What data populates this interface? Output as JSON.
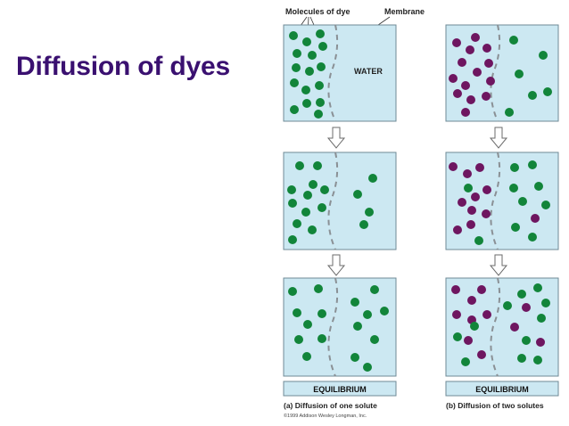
{
  "slide": {
    "title": "Diffusion of dyes",
    "title_color": "#3a1070"
  },
  "figure": {
    "label_molecules": "Molecules of dye",
    "label_membrane": "Membrane",
    "label_water": "WATER",
    "equilibrium_label": "EQUILIBRIUM",
    "caption_a": "(a) Diffusion of one solute",
    "caption_b": "(b) Diffusion of two solutes",
    "copyright": "©1999 Addison Wesley Longman, Inc.",
    "colors": {
      "water": "#cce8f2",
      "panel_border": "#6f8a96",
      "green_dye": "#12853a",
      "purple_dye": "#6e1660",
      "membrane": "#8a9095",
      "arrow": "#6b6b6b"
    }
  }
}
